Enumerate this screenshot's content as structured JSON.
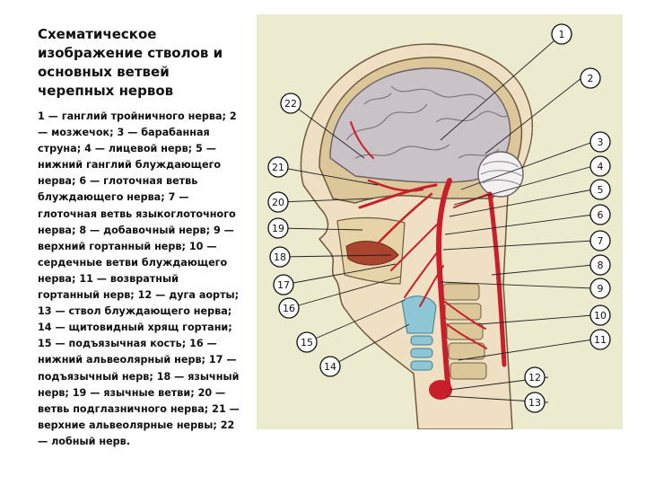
{
  "slide": {
    "title": "Схематическое изображение стволов и основных ветвей черепных нервов",
    "legend": "1 — ганглий тройничного нерва; 2 — мозжечок; 3 — барабанная струна; 4 — лицевой нерв; 5 — нижний ганглий блуждающего нерва; 6 — глоточная ветвь блуждающего нерва; 7 — глоточная ветвь языкоглоточного нерва; 8 — добавочный нерв; 9 — верхний гортанный нерв; 10 — сердечные ветви блуждающего нерва; 11 — возвратный гортанный нерв; 12 — дуга аорты; 13 — ствол блуждающего нерва; 14 — щитовидный хрящ гортани; 15 — подъязычная кость; 16 — нижний альвеолярный нерв; 17 — подъязычный нерв; 18 — язычный нерв; 19 — язычные ветви; 20 — ветвь подглазничного нерва; 21 — верхние альвеолярные нервы; 22 — лобный нерв."
  },
  "figure": {
    "labels": [
      "1",
      "2",
      "3",
      "4",
      "5",
      "6",
      "7",
      "8",
      "9",
      "10",
      "11",
      "12",
      "13",
      "14",
      "15",
      "16",
      "17",
      "18",
      "19",
      "20",
      "21",
      "22"
    ],
    "colors": {
      "background": "#eceacf",
      "skin": "#efe0c4",
      "bone": "#dcc79a",
      "brain": "#c9c2c6",
      "nerve": "#c8202a",
      "cartilage": "#8fc6d6"
    }
  }
}
